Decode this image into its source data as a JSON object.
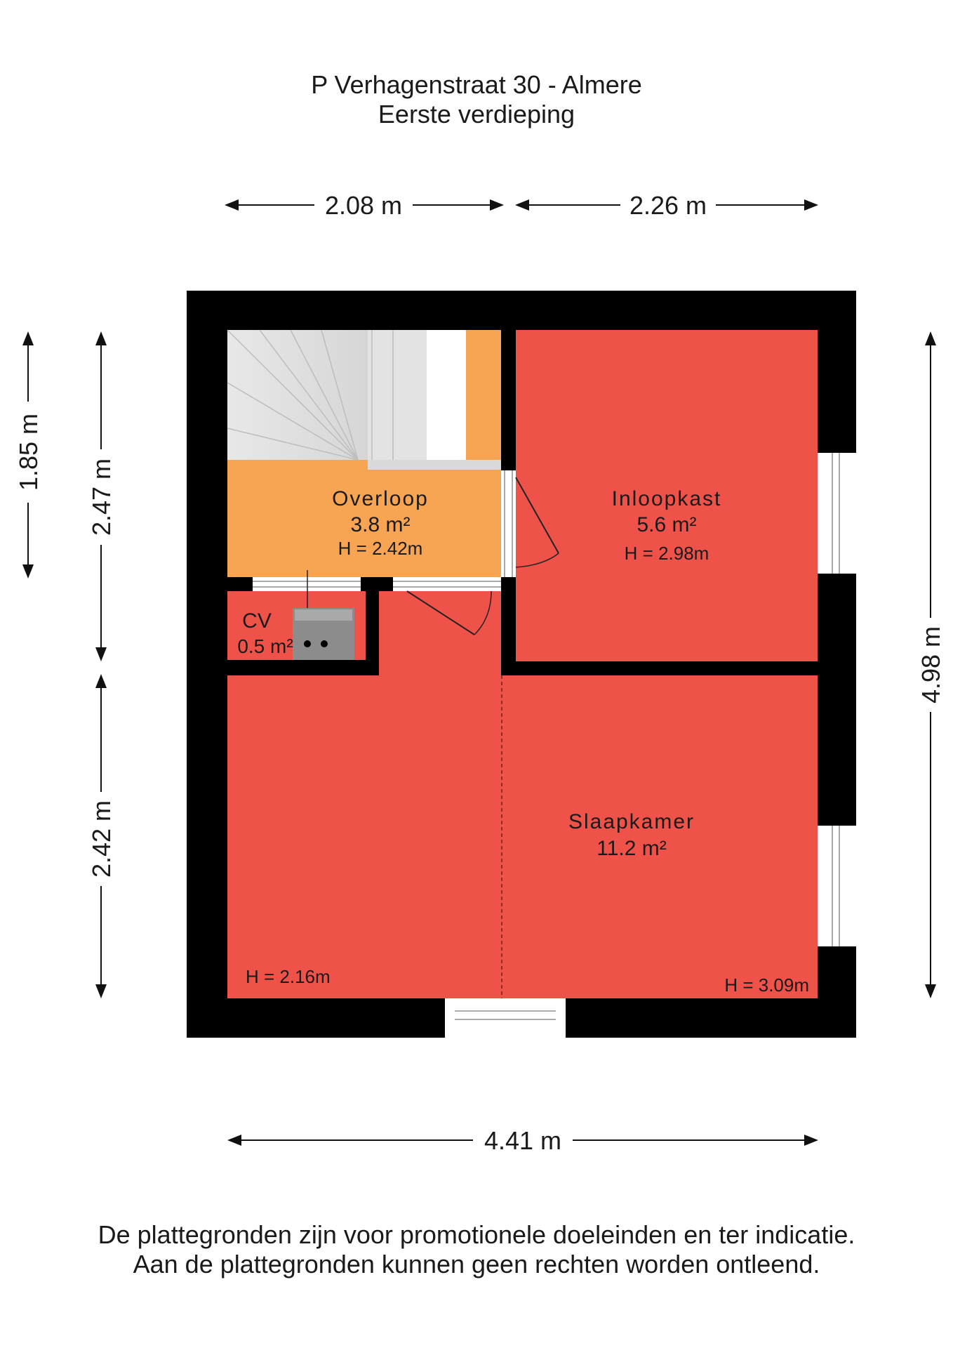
{
  "header": {
    "address": "P Verhagenstraat 30 - Almere",
    "floor": "Eerste verdieping"
  },
  "dimensions": {
    "top_left": "2.08 m",
    "top_right": "2.26 m",
    "bottom": "4.41 m",
    "left_outer": "1.85 m",
    "left_upper": "2.47 m",
    "left_lower": "2.42 m",
    "right": "4.98 m"
  },
  "rooms": {
    "overloop": {
      "name": "Overloop",
      "area": "3.8 m²",
      "height": "H = 2.42m"
    },
    "inloopkast": {
      "name": "Inloopkast",
      "area": "5.6 m²",
      "height": "H = 2.98m"
    },
    "cv": {
      "name": "CV",
      "area": "0.5 m²"
    },
    "slaapkamer": {
      "name": "Slaapkamer",
      "area": "11.2 m²",
      "height_left": "H = 2.16m",
      "height_right": "H = 3.09m"
    }
  },
  "footer": {
    "line1": "De plattegronden zijn voor promotionele doeleinden en ter indicatie.",
    "line2": "Aan de plattegronden kunnen geen rechten worden ontleend."
  },
  "colors": {
    "wall": "#000000",
    "room_red": "#EF5249",
    "room_orange": "#F7A552",
    "stairs": "#D6D6D6"
  }
}
